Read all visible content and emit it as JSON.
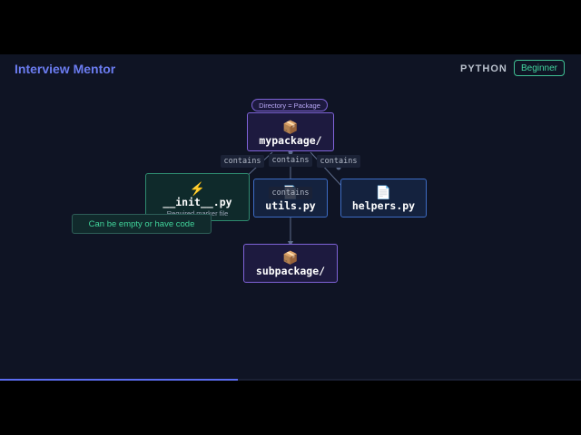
{
  "header": {
    "brand": "Interview Mentor",
    "language": "PYTHON",
    "level_badge": "Beginner"
  },
  "diagram": {
    "root_tag": "Directory = Package",
    "nodes": {
      "root": {
        "label": "mypackage/",
        "icon": "📦",
        "icon_name": "package-icon"
      },
      "init": {
        "label": "__init__.py",
        "icon": "⚡",
        "icon_name": "lightning-icon",
        "note": "Required marker file"
      },
      "utils": {
        "label": "utils.py",
        "icon": "📄",
        "icon_name": "file-icon"
      },
      "helpers": {
        "label": "helpers.py",
        "icon": "📄",
        "icon_name": "file-icon"
      },
      "sub": {
        "label": "subpackage/",
        "icon": "📦",
        "icon_name": "package-icon"
      }
    },
    "edge_labels": [
      "contains",
      "contains",
      "contains",
      "contains"
    ],
    "tooltip": "Can be empty or have code"
  },
  "progress": {
    "fraction": 0.41
  },
  "colors": {
    "accent": "#5b6cf0",
    "package_border": "#7f63d8",
    "file_border": "#3d6cc4",
    "init_border": "#2e8a6f",
    "tip_text": "#41d39a"
  }
}
